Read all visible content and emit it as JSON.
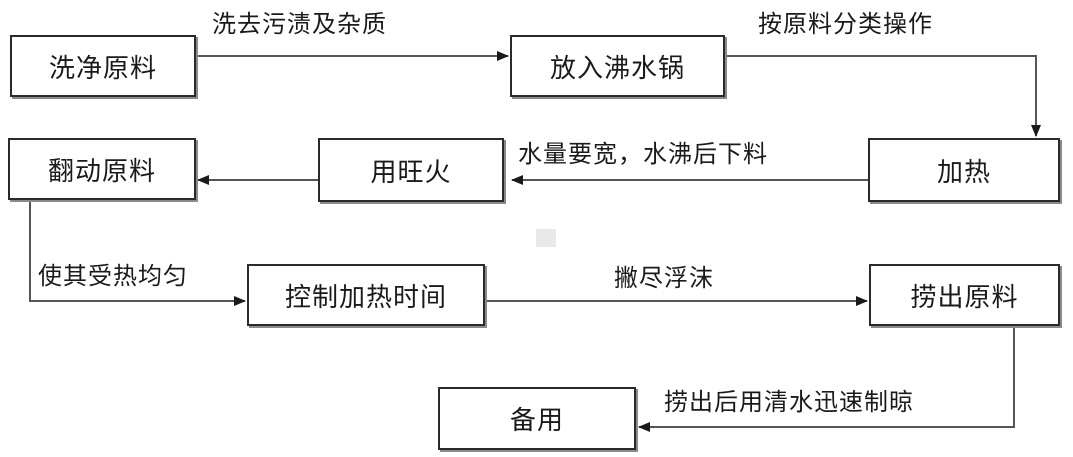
{
  "nodes": {
    "wash": "洗净原料",
    "pot": "放入沸水锅",
    "heat": "加热",
    "fire": "用旺火",
    "turn": "翻动原料",
    "control": "控制加热时间",
    "scoop": "捞出原料",
    "reserve": "备用"
  },
  "edges": {
    "wash_to_pot": "洗去污渍及杂质",
    "pot_to_heat": "按原料分类操作",
    "heat_to_fire": "水量要宽，水沸后下料",
    "turn_to_control": "使其受热均匀",
    "control_to_scoop": "撇尽浮沫",
    "scoop_to_reserve": "捞出后用清水迅速制晾"
  }
}
